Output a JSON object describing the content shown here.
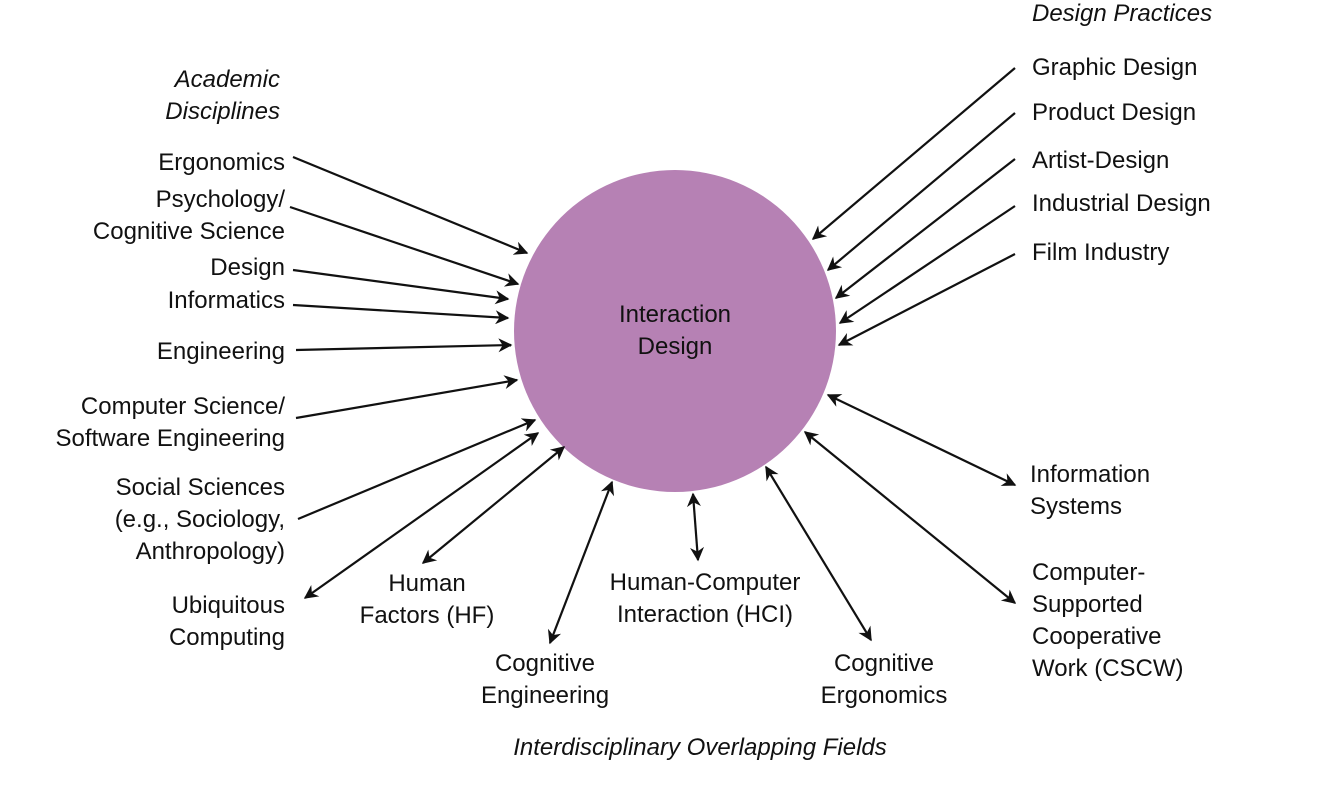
{
  "colors": {
    "circle": "#b681b4",
    "arrow": "#111111"
  },
  "center": {
    "line1": "Interaction",
    "line2": "Design"
  },
  "headings": {
    "academic_line1": "Academic",
    "academic_line2": "Disciplines",
    "design_practices": "Design Practices",
    "interdisciplinary": "Interdisciplinary Overlapping Fields"
  },
  "academic": {
    "ergonomics": "Ergonomics",
    "psychology_line1": "Psychology/",
    "psychology_line2": "Cognitive Science",
    "design": "Design",
    "informatics": "Informatics",
    "engineering": "Engineering",
    "cs_line1": "Computer Science/",
    "cs_line2": "Software Engineering",
    "social_line1": "Social Sciences",
    "social_line2": "(e.g., Sociology,",
    "social_line3": "Anthropology)"
  },
  "practices": {
    "graphic": "Graphic Design",
    "product": "Product Design",
    "artist": "Artist-Design",
    "industrial": "Industrial Design",
    "film": "Film Industry"
  },
  "fields": {
    "ubicomp_line1": "Ubiquitous",
    "ubicomp_line2": "Computing",
    "hf_line1": "Human",
    "hf_line2": "Factors (HF)",
    "cogeng_line1": "Cognitive",
    "cogeng_line2": "Engineering",
    "hci_line1": "Human-Computer",
    "hci_line2": "Interaction (HCI)",
    "cogerg_line1": "Cognitive",
    "cogerg_line2": "Ergonomics",
    "is_line1": "Information",
    "is_line2": "Systems",
    "cscw_line1": "Computer-",
    "cscw_line2": "Supported",
    "cscw_line3": "Cooperative",
    "cscw_line4": "Work (CSCW)"
  }
}
